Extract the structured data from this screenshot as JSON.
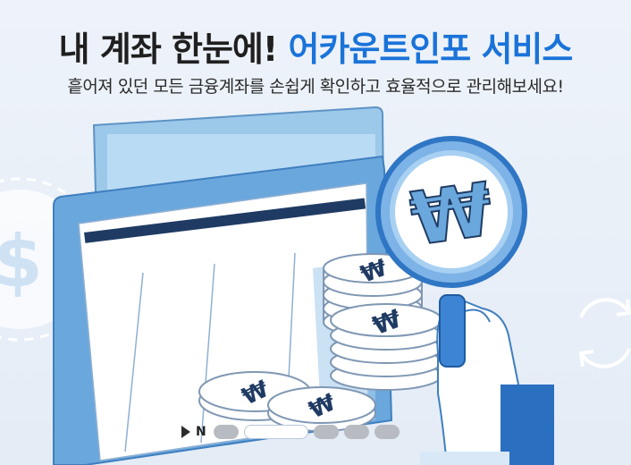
{
  "banner": {
    "title_main": "내 계좌 한눈에! ",
    "title_accent": "어카운트인포 서비스",
    "subtitle": "흩어져 있던 모든 금융계좌를 손쉽게 확인하고 효율적으로 관리해보세요!"
  },
  "carousel": {
    "label": "N",
    "active_index": 1,
    "slide_count": 5
  },
  "colors": {
    "accent": "#1a73d9",
    "folder_blue": "#7fb3e0",
    "coin": "#ffffff",
    "coin_stroke": "#7f97b3"
  },
  "icons": {
    "dollar": "dollar-icon",
    "won": "won-icon",
    "refresh": "refresh-icon",
    "magnifier": "magnifier-icon",
    "play": "play-icon"
  }
}
